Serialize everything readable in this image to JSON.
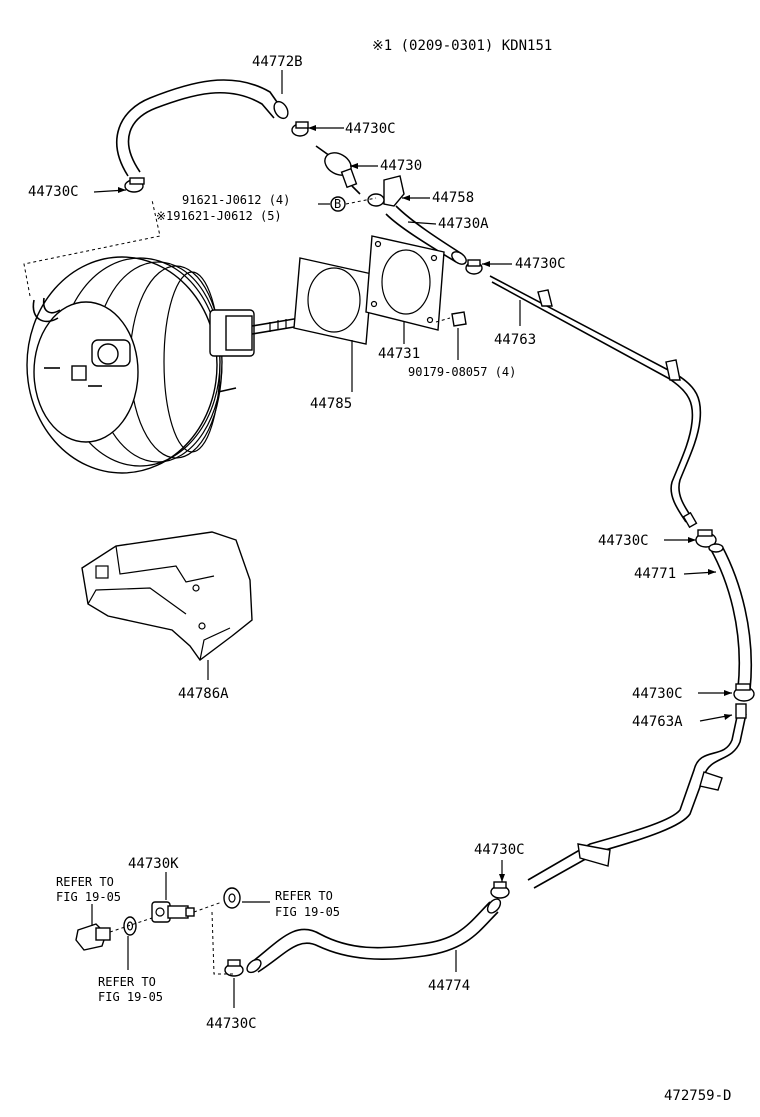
{
  "header": {
    "note_line": "※1 (0209-0301)  KDN151"
  },
  "labels": {
    "p44772B": "44772B",
    "p44730C_a": "44730C",
    "p44730C_b": "44730C",
    "p44730": "44730",
    "p44758": "44758",
    "p91621_a": "91621-J0612 (4)",
    "p91621_b": "※191621-J0612 (5)",
    "circled_b": "B",
    "p44730A": "44730A",
    "p44730C_c": "44730C",
    "p44763": "44763",
    "p44731": "44731",
    "p90179": "90179-08057 (4)",
    "p44785": "44785",
    "p44786A": "44786A",
    "p44730C_d": "44730C",
    "p44771": "44771",
    "p44730C_e": "44730C",
    "p44763A": "44763A",
    "p44730K": "44730K",
    "refer1_a": "REFER TO",
    "refer1_b": "FIG 19-05",
    "refer2_a": "REFER TO",
    "refer2_b": "FIG 19-05",
    "refer3_a": "REFER TO",
    "refer3_b": "FIG 19-05",
    "p44730C_f": "44730C",
    "p44774": "44774",
    "p44730C_g": "44730C"
  },
  "footer": {
    "diagram_id": "472759-D"
  }
}
